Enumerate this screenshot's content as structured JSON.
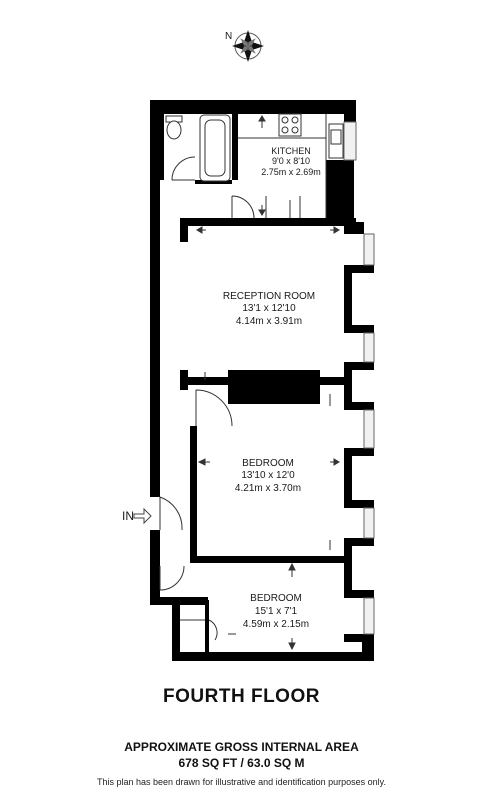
{
  "compass": {
    "label": "N"
  },
  "rooms": {
    "kitchen": {
      "name": "KITCHEN",
      "imperial": "9'0 x 8'10",
      "metric": "2.75m x 2.69m"
    },
    "reception": {
      "name": "RECEPTION ROOM",
      "imperial": "13'1 x 12'10",
      "metric": "4.14m x 3.91m"
    },
    "bedroom1": {
      "name": "BEDROOM",
      "imperial": "13'10 x 12'0",
      "metric": "4.21m x 3.70m"
    },
    "bedroom2": {
      "name": "BEDROOM",
      "imperial": "15'1 x 7'1",
      "metric": "4.59m x 2.15m"
    }
  },
  "entrance": {
    "label": "IN"
  },
  "floor_label": "FOURTH FLOOR",
  "area": {
    "title": "APPROXIMATE GROSS INTERNAL AREA",
    "value": "678 SQ FT / 63.0 SQ M"
  },
  "disclaimer": "This plan has been drawn for illustrative and identification purposes only.",
  "colors": {
    "wall": "#000000",
    "background": "#ffffff",
    "glazing": "#f2f2f2"
  }
}
